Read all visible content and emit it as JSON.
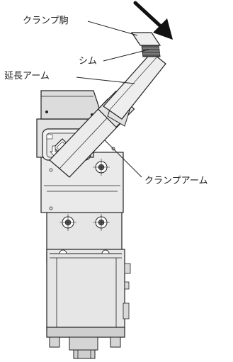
{
  "labels": {
    "clamp_pad": "クランプ駒",
    "shim": "シム",
    "extension_arm": "延長アーム",
    "clamp_arm": "クランプアーム"
  },
  "icons": {
    "direction": "arrow-down-right-icon"
  },
  "colors": {
    "outline": "#222222",
    "body_fill": "#e6e6e6",
    "body_dark": "#cfcfcf",
    "arm_fill": "#ececec",
    "background": "#ffffff"
  }
}
